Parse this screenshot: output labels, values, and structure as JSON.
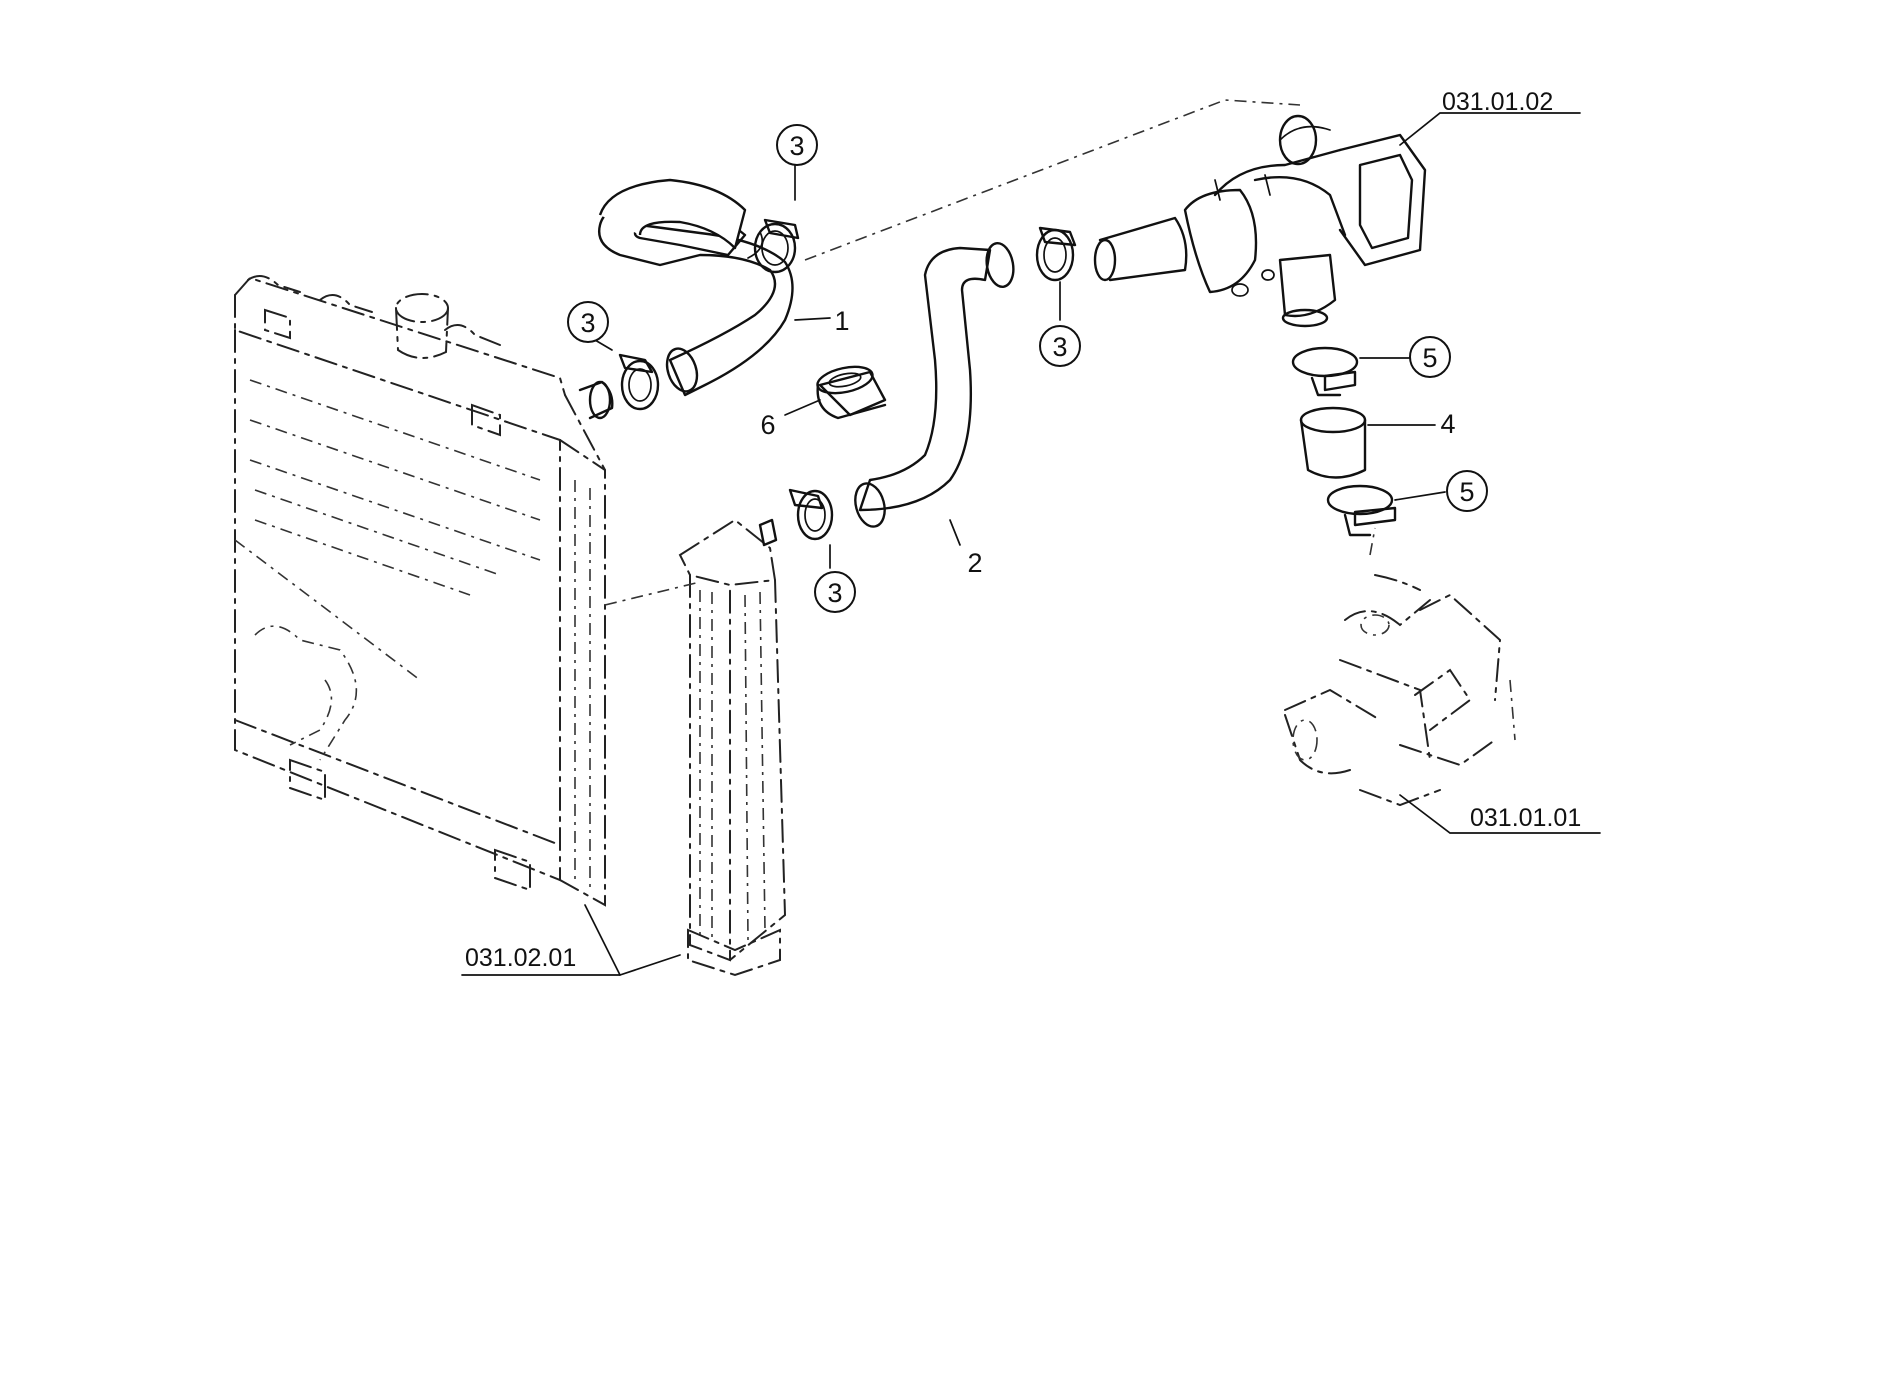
{
  "references": [
    {
      "id": "ref-engine-thermostat",
      "text": "031.01.02"
    },
    {
      "id": "ref-engine-block",
      "text": "031.01.01"
    },
    {
      "id": "ref-radiator",
      "text": "031.02.01"
    }
  ],
  "callouts": [
    {
      "id": "hose-1",
      "text": "1"
    },
    {
      "id": "hose-2",
      "text": "2"
    },
    {
      "id": "clamp-3a",
      "text": "3"
    },
    {
      "id": "clamp-3b",
      "text": "3"
    },
    {
      "id": "clamp-3c",
      "text": "3"
    },
    {
      "id": "clamp-3d",
      "text": "3"
    },
    {
      "id": "sleeve-4",
      "text": "4"
    },
    {
      "id": "clamp-5a",
      "text": "5"
    },
    {
      "id": "clamp-5b",
      "text": "5"
    },
    {
      "id": "ring-6",
      "text": "6"
    }
  ]
}
